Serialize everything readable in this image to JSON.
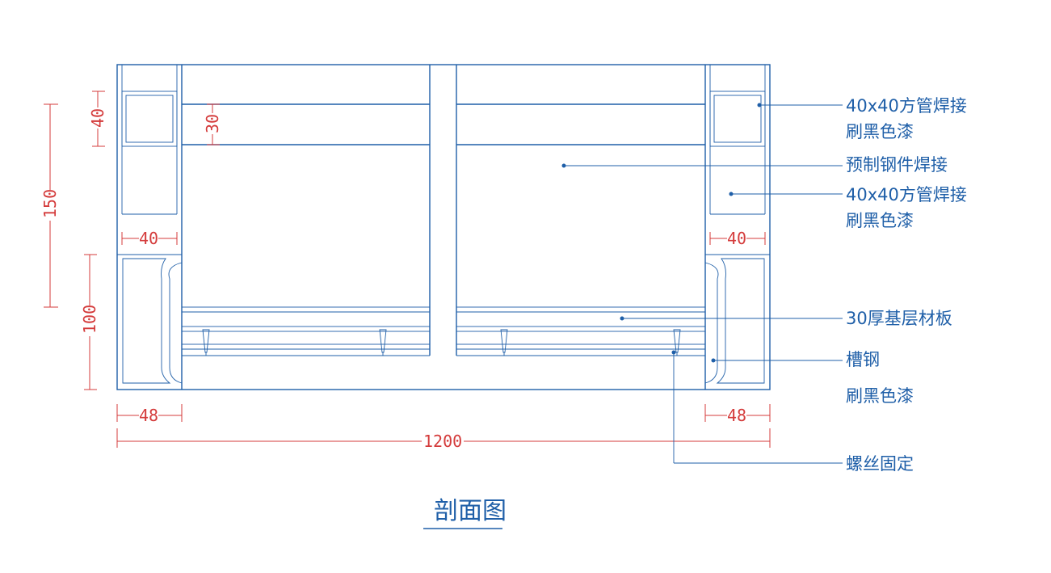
{
  "title": "剖面图",
  "colors": {
    "line": "#1f5fa8",
    "dimension": "#d43b3b",
    "background": "#ffffff"
  },
  "dimensions": {
    "top_tube_height": "40",
    "top_gap": "30",
    "total_height_upper": "150",
    "channel_height": "100",
    "tube_width_left": "40",
    "tube_width_right": "40",
    "channel_width_left": "48",
    "channel_width_right": "48",
    "total_width": "1200"
  },
  "labels": {
    "tube_weld_1_line1": "40x40方管焊接",
    "tube_weld_1_line2": "刷黑色漆",
    "prefab_steel": "预制钢件焊接",
    "tube_weld_2_line1": "40x40方管焊接",
    "tube_weld_2_line2": "刷黑色漆",
    "base_board": "30厚基层材板",
    "channel_steel": "槽钢",
    "channel_paint": "刷黑色漆",
    "screw_fix": "螺丝固定"
  }
}
